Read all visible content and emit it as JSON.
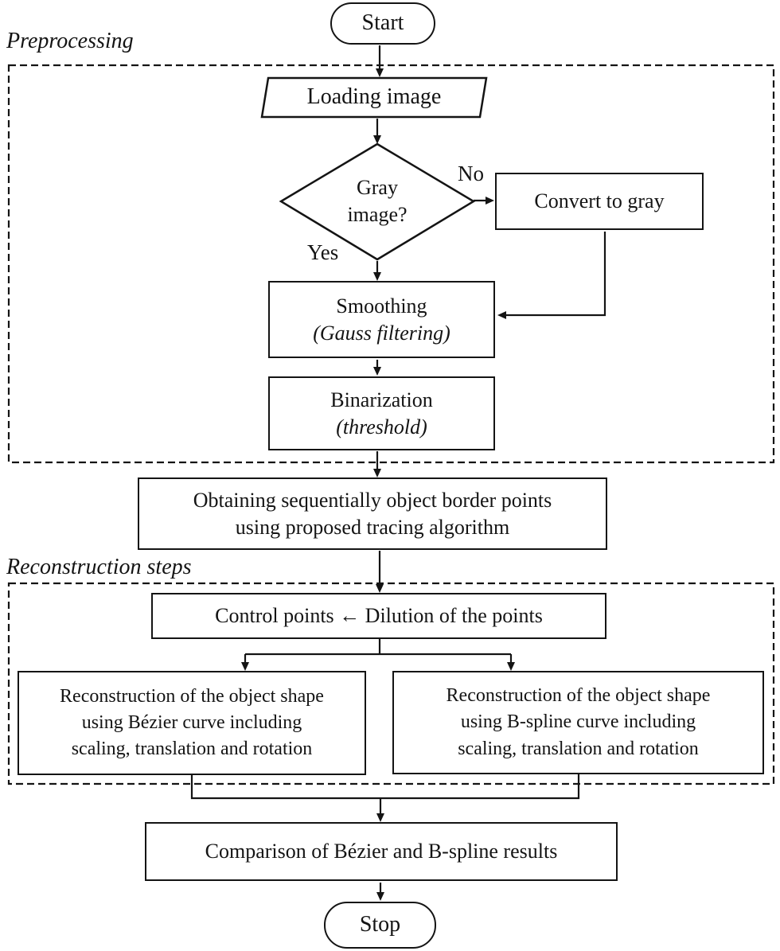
{
  "diagram": {
    "title_region_1": "Preprocessing",
    "title_region_2": "Reconstruction steps",
    "branch_yes": "Yes",
    "branch_no": "No",
    "colors": {
      "line": "#141414",
      "background": "#ffffff"
    },
    "nodes": {
      "start": {
        "label": "Start",
        "type": "terminator"
      },
      "loading": {
        "label": "Loading image",
        "type": "input-output"
      },
      "gray_decision": {
        "line1": "Gray",
        "line2": "image?",
        "type": "decision"
      },
      "convert": {
        "label": "Convert to gray",
        "type": "process"
      },
      "smoothing": {
        "line1": "Smoothing",
        "line2": "(Gauss filtering)",
        "type": "process"
      },
      "binarization": {
        "line1": "Binarization",
        "line2": "(threshold)",
        "type": "process"
      },
      "tracing": {
        "line1": "Obtaining sequentially object border points",
        "line2": "using proposed tracing algorithm",
        "type": "process"
      },
      "control_points": {
        "label": "Control points ← Dilution of the points",
        "type": "process"
      },
      "bezier": {
        "line1": "Reconstruction of the object shape",
        "line2": "using Bézier curve including",
        "line3": "scaling, translation and rotation",
        "type": "process"
      },
      "bspline": {
        "line1": "Reconstruction of the object shape",
        "line2": "using B-spline curve including",
        "line3": "scaling, translation and rotation",
        "type": "process"
      },
      "comparison": {
        "label": "Comparison of Bézier and B-spline results",
        "type": "process"
      },
      "stop": {
        "label": "Stop",
        "type": "terminator"
      }
    }
  }
}
